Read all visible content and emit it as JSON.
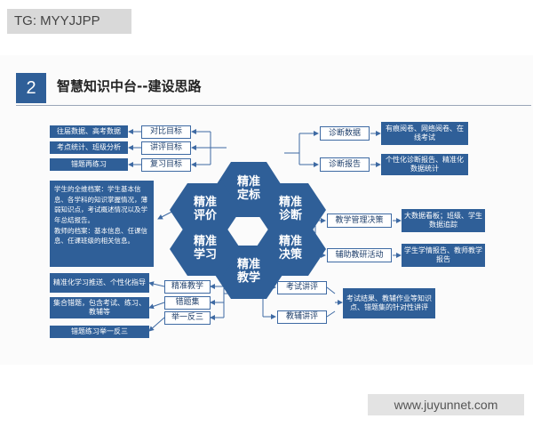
{
  "watermark_top": "TG: MYYJJPP",
  "watermark_bottom": "www.juyunnet.com",
  "section_number": "2",
  "title": "智慧知识中台--建设思路",
  "hexagons": {
    "dingbiao": "精准\n定标",
    "zhenduan": "精准\n诊断",
    "juece": "精准\n决策",
    "jiaoxue": "精准\n教学",
    "xuexi": "精准\n学习",
    "pingjia": "精准\n评价"
  },
  "top_left": {
    "targets": [
      "对比目标",
      "讲评目标",
      "复习目标"
    ],
    "details": [
      "往届数据、高考数据",
      "考点统计、班级分析",
      "错题再练习"
    ]
  },
  "left_desc": "学生的全维档案：学生基本信息、各学科的知识掌握情况，薄弱知识点，考试概述情况以及学年总结报告。\n教师的档案：基本信息、任课信息、任课班级的相关信息。",
  "bottom_left": {
    "items": [
      "精准教学",
      "错题集",
      "举一反三"
    ],
    "details": [
      "精准化学习推送、个性化指导",
      "集合错题，包含考试、练习、教辅等",
      "错题练习举一反三"
    ]
  },
  "top_right": {
    "items": [
      "诊断数据",
      "诊断报告"
    ],
    "details": [
      "有痕阅卷、网络阅卷、在线考试",
      "个性化诊断报告、精准化数据统计"
    ]
  },
  "mid_right": {
    "items": [
      "教学管理决策",
      "辅助教研活动"
    ],
    "details": [
      "大数据看板；班级、学生数据追踪",
      "学生学情报告、教师教学报告"
    ]
  },
  "bottom_right": {
    "items": [
      "考试讲评",
      "教辅讲评"
    ],
    "detail": "考试结果、教辅作业等知识点、错题集的针对性讲评"
  },
  "colors": {
    "primary": "#2f5f98",
    "line": "#3e6aa3",
    "box_text": "#1f3f6b"
  }
}
